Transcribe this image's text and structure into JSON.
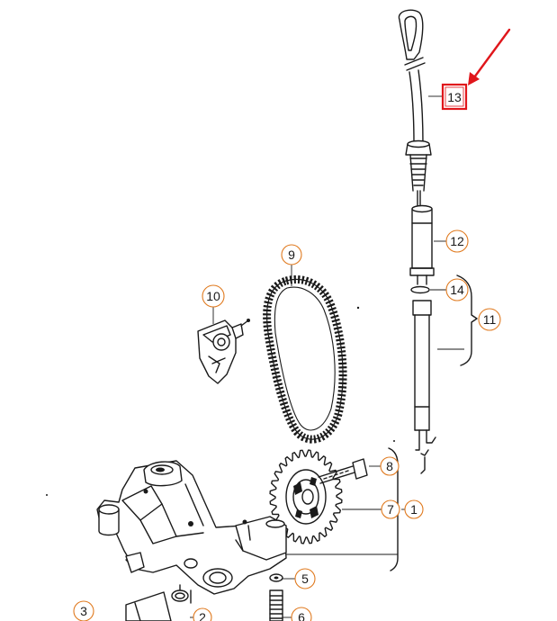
{
  "callouts": {
    "c1": "1",
    "c2": "2",
    "c3": "3",
    "c5": "5",
    "c6": "6",
    "c7": "7",
    "c8": "8",
    "c9": "9",
    "c10": "10",
    "c11": "11",
    "c12": "12",
    "c13": "13",
    "c14": "14"
  },
  "colors": {
    "callout_ring": "#e07a1f",
    "highlight": "#e0161b",
    "line_art": "#1a1a1a"
  }
}
